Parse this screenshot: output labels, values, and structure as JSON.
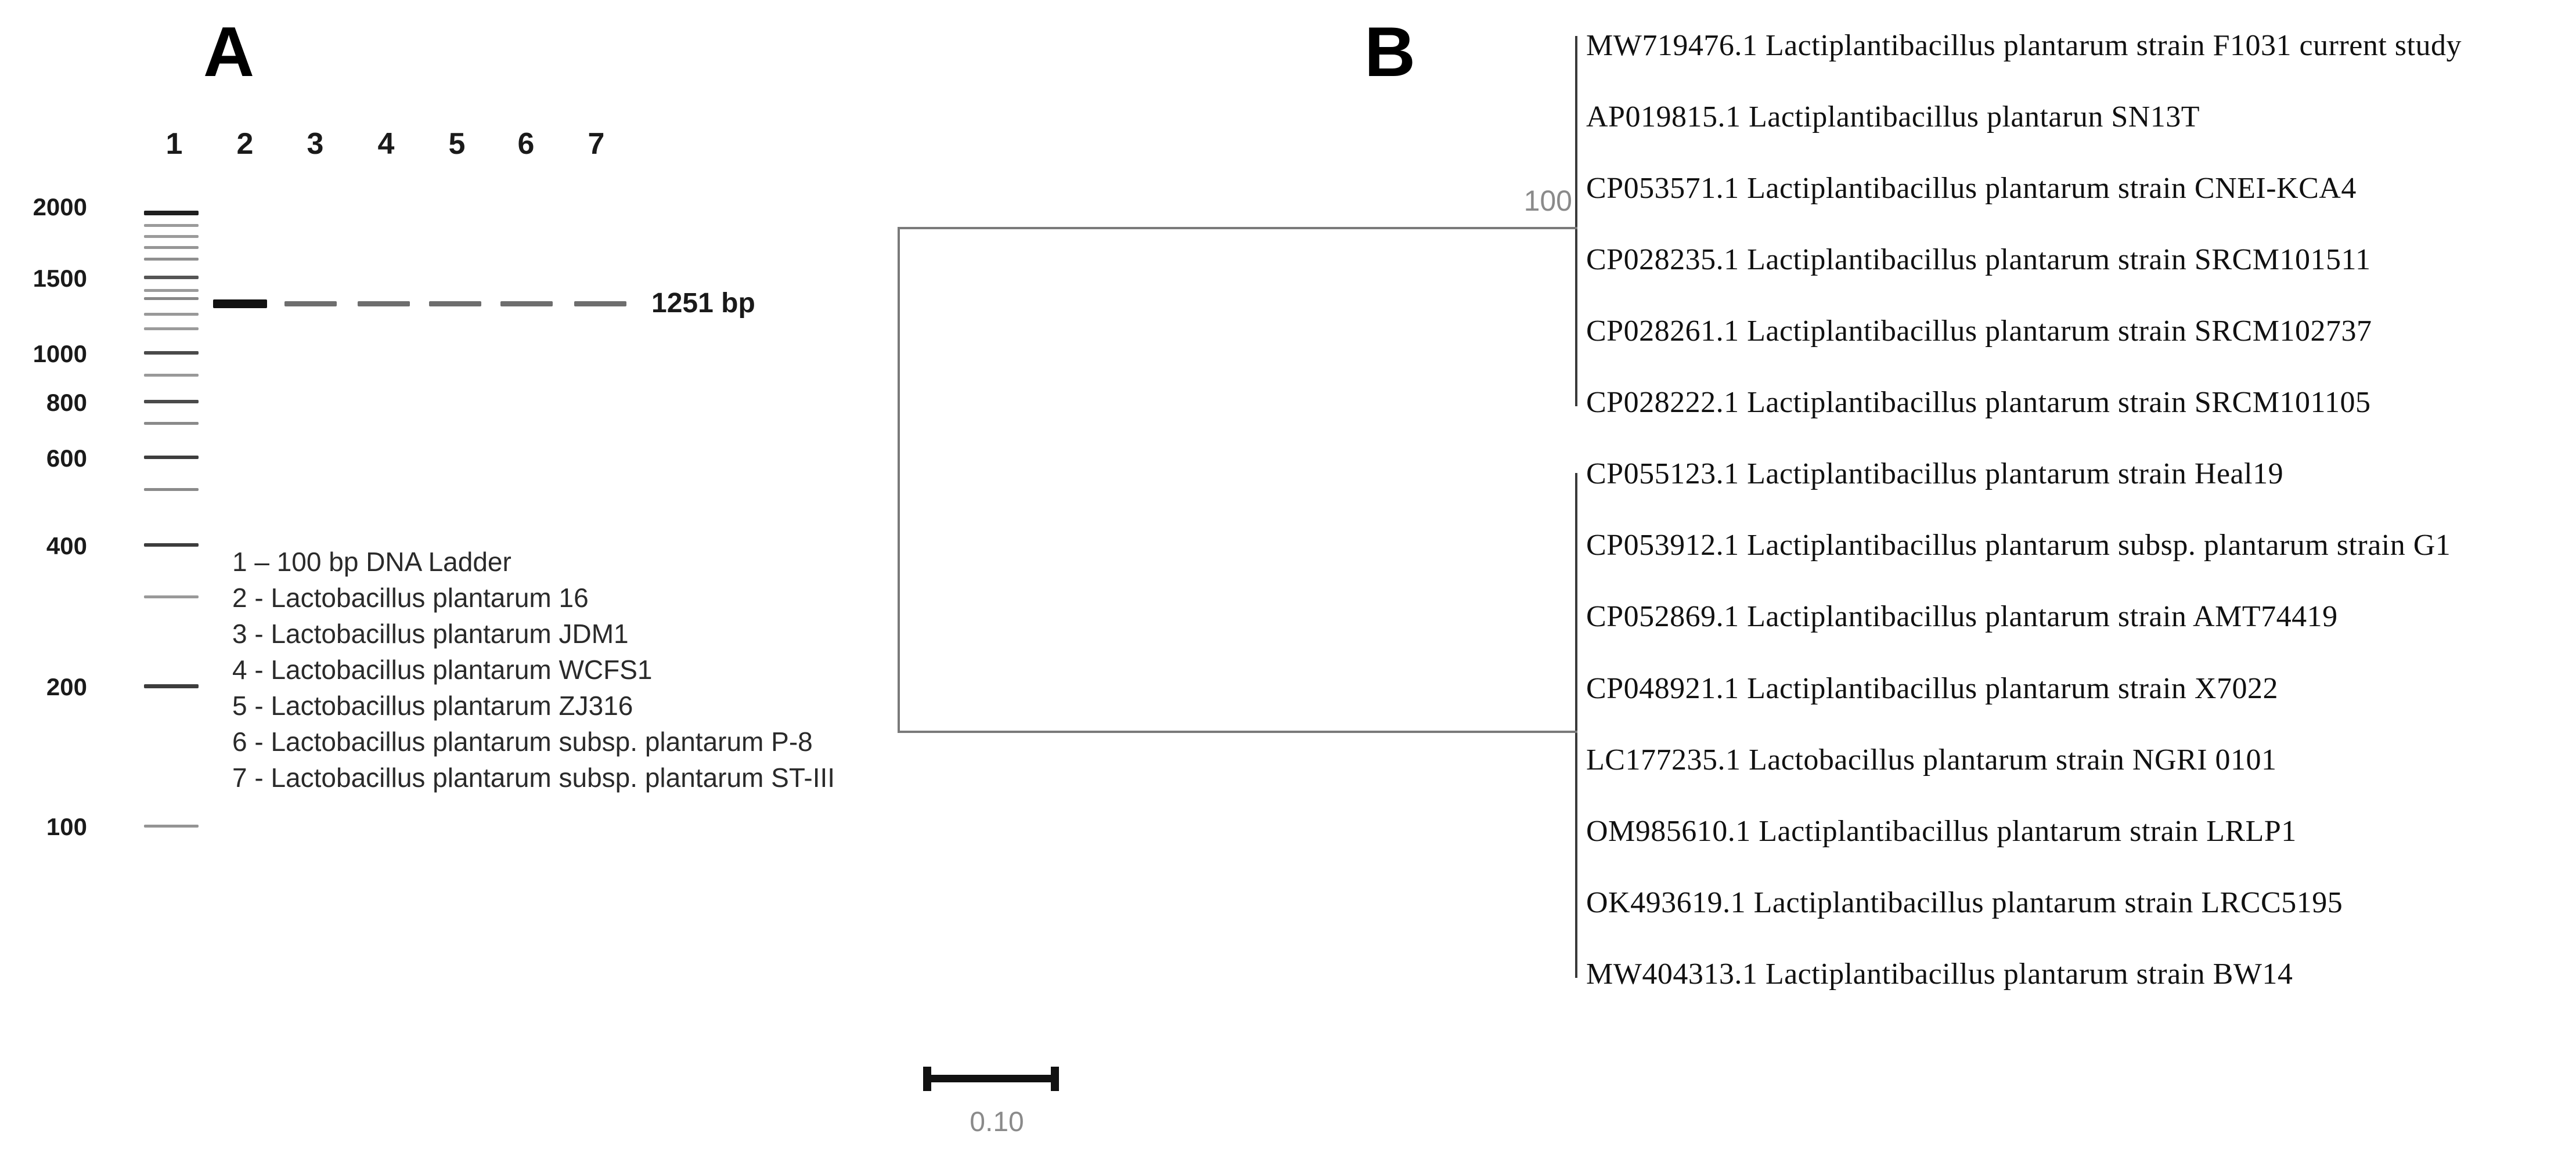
{
  "figure": {
    "panelA": {
      "label": "A",
      "lanes": [
        "1",
        "2",
        "3",
        "4",
        "5",
        "6",
        "7"
      ],
      "ladder_sizes": [
        "2000",
        "1500",
        "1000",
        "800",
        "600",
        "400",
        "200",
        "100"
      ],
      "band_label": "1251 bp",
      "legend": [
        "1 – 100 bp DNA Ladder",
        "2 - Lactobacillus plantarum 16",
        "3 - Lactobacillus plantarum JDM1",
        "4 - Lactobacillus plantarum WCFS1",
        "5 - Lactobacillus plantarum ZJ316",
        "6 - Lactobacillus plantarum subsp. plantarum P-8",
        "7 - Lactobacillus plantarum subsp. plantarum ST-III"
      ]
    },
    "panelB": {
      "label": "B",
      "bootstrap_value": "100",
      "scale_bar_label": "0.10",
      "taxa": [
        "MW719476.1 Lactiplantibacillus plantarum strain F1031 current study",
        "AP019815.1 Lactiplantibacillus plantarun SN13T",
        "CP053571.1 Lactiplantibacillus plantarum strain CNEI-KCA4",
        "CP028235.1 Lactiplantibacillus plantarum strain SRCM101511",
        "CP028261.1 Lactiplantibacillus plantarum strain SRCM102737",
        "CP028222.1 Lactiplantibacillus plantarum strain SRCM101105",
        "CP055123.1 Lactiplantibacillus plantarum strain Heal19",
        "CP053912.1 Lactiplantibacillus plantarum subsp. plantarum strain G1",
        "CP052869.1 Lactiplantibacillus plantarum strain AMT74419",
        "CP048921.1 Lactiplantibacillus plantarum strain X7022",
        "LC177235.1 Lactobacillus plantarum strain NGRI 0101",
        "OM985610.1 Lactiplantibacillus plantarum strain LRLP1",
        "OK493619.1 Lactiplantibacillus plantarum strain LRCC5195",
        "MW404313.1 Lactiplantibacillus plantarum strain BW14"
      ]
    },
    "colors": {
      "text": "#1a1a1a",
      "muted_gray": "#8a8a8a",
      "tree_line": "#7a7a7a",
      "clade_line": "#3a3a3a"
    }
  }
}
